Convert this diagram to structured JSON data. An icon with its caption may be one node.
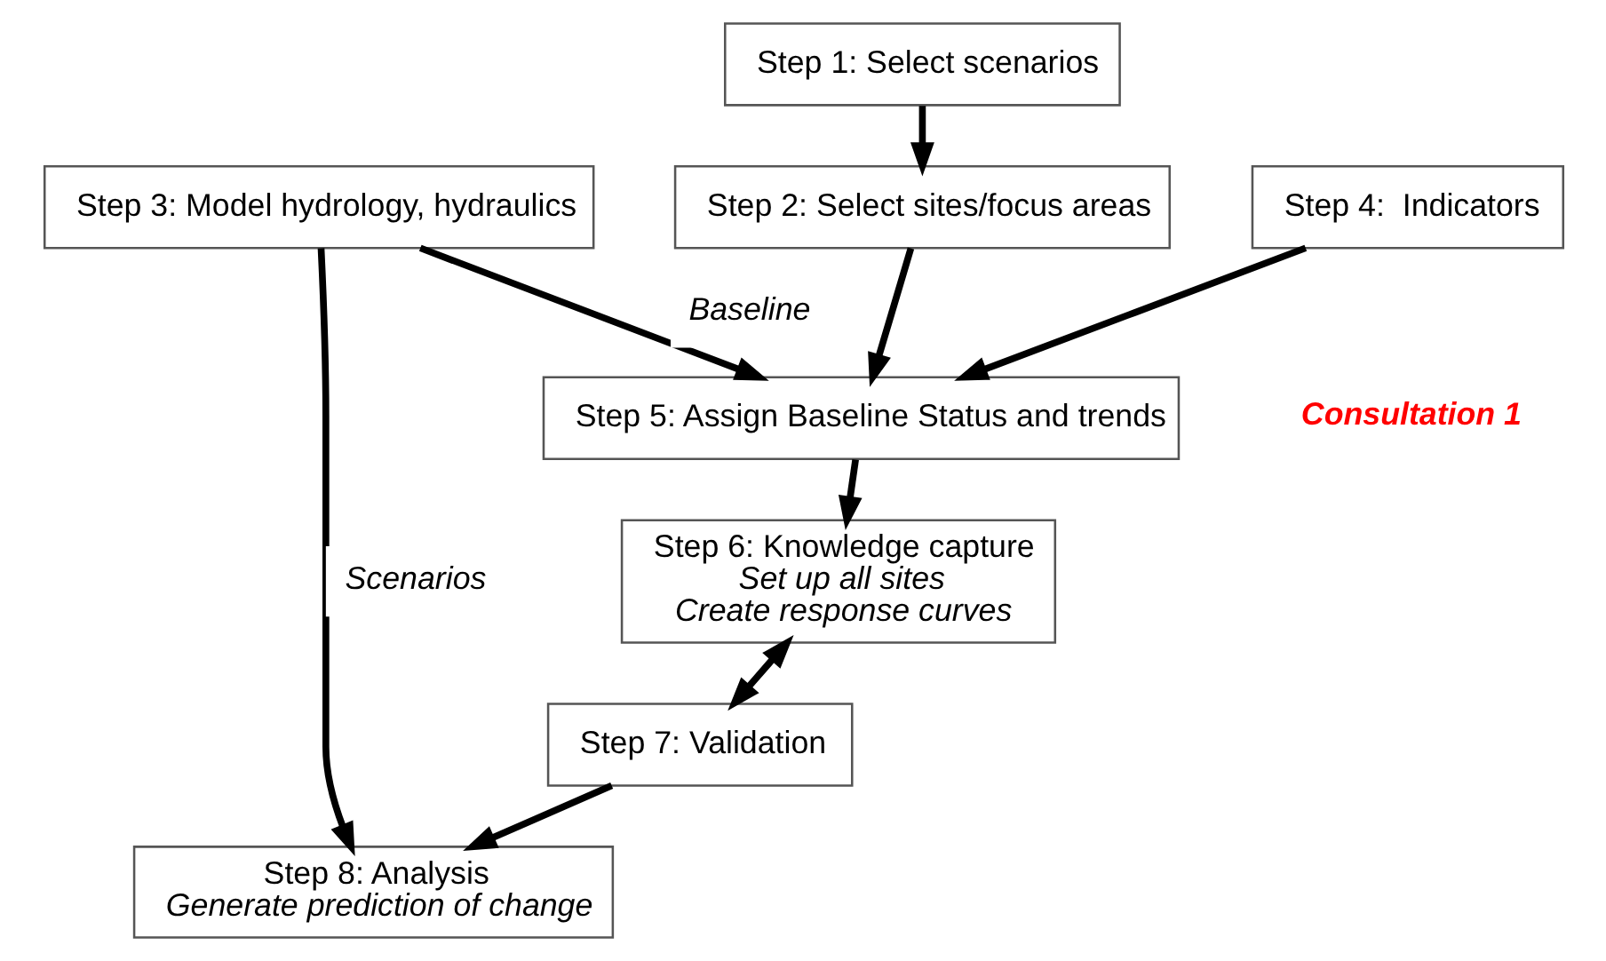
{
  "diagram": {
    "nodes": [
      {
        "text": [
          "Step 1: Select scenarios"
        ]
      },
      {
        "text": [
          "Step 2: Select sites/focus areas"
        ]
      },
      {
        "text": [
          "Step 4:  Indicators"
        ]
      },
      {
        "text": [
          "Step 3: Model hydrology, hydraulics"
        ]
      },
      {
        "text": [
          "Step 5: Assign Baseline Status and trends"
        ]
      },
      {
        "text": [
          "Step 6: Knowledge capture",
          "Set up all sites",
          "Create response curves"
        ]
      },
      {
        "text": [
          "Step 7: Validation"
        ]
      },
      {
        "text": [
          "Step 8: Analysis",
          "Generate prediction of change"
        ]
      }
    ],
    "edges": [
      {
        "from": 0,
        "to": 1,
        "arrow": "to"
      },
      {
        "from": 1,
        "to": 4,
        "arrow": "to"
      },
      {
        "from": 2,
        "to": 4,
        "arrow": "to"
      },
      {
        "from": 3,
        "to": 4,
        "arrow": "to",
        "label": "Baseline"
      },
      {
        "from": 4,
        "to": 5,
        "arrow": "to"
      },
      {
        "from": 5,
        "to": 6,
        "arrow": "both"
      },
      {
        "from": 6,
        "to": 7,
        "arrow": "to"
      },
      {
        "from": 3,
        "to": 7,
        "arrow": "to",
        "label": "Scenarios"
      }
    ],
    "labels": [
      "Consultation 1"
    ]
  }
}
